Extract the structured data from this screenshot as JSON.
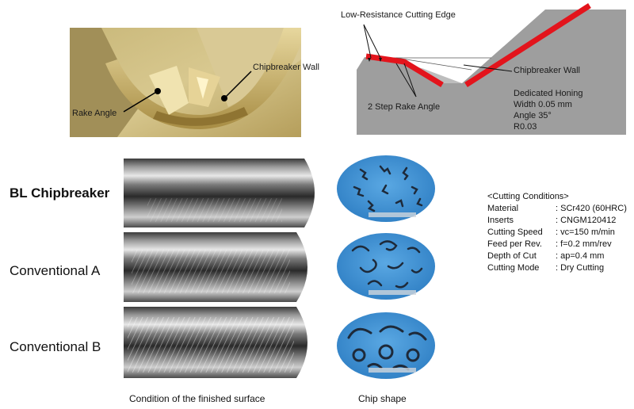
{
  "insert_photo": {
    "label_chipbreaker_wall": "Chipbreaker Wall",
    "label_rake_angle": "Rake Angle"
  },
  "cross_section": {
    "label_low_resistance": "Low-Resistance Cutting Edge",
    "label_chipbreaker_wall": "Chipbreaker Wall",
    "label_two_step": "2 Step Rake Angle",
    "honing_lines": [
      "Dedicated Honing",
      "Width 0.05 mm",
      "Angle 35°",
      "R0.03"
    ]
  },
  "rows": [
    {
      "label": "BL Chipbreaker",
      "emphasis": true
    },
    {
      "label": "Conventional A",
      "emphasis": false
    },
    {
      "label": "Conventional B",
      "emphasis": false
    }
  ],
  "captions": {
    "surface": "Condition of the finished surface",
    "chip": "Chip shape"
  },
  "conditions": {
    "title": "<Cutting Conditions>",
    "items": [
      {
        "key": "Material",
        "value": ": SCr420 (60HRC)"
      },
      {
        "key": "Inserts",
        "value": ": CNGM120412"
      },
      {
        "key": "Cutting Speed",
        "value": ": vc=150 m/min"
      },
      {
        "key": "Feed per Rev.",
        "value": ": f=0.2 mm/rev"
      },
      {
        "key": "Depth of Cut",
        "value": ": ap=0.4 mm"
      },
      {
        "key": "Cutting Mode",
        "value": ": Dry Cutting"
      }
    ]
  },
  "colors": {
    "edge_red": "#e3141c",
    "section_gray": "#9e9e9e",
    "chip_blue": "#3a8fd0"
  }
}
